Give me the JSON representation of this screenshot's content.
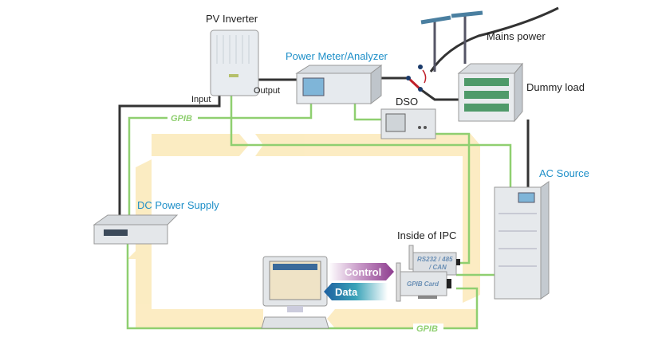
{
  "labels": {
    "pv_inverter": "PV Inverter",
    "power_meter": "Power Meter/Analyzer",
    "mains_power": "Mains power",
    "dummy_load": "Dummy load",
    "dso": "DSO",
    "input": "Input",
    "output": "Output",
    "ac_source": "AC Source",
    "dc_power_supply": "DC Power Supply",
    "inside_ipc": "Inside of IPC",
    "gpib_top": "GPIB",
    "gpib_bottom": "GPIB",
    "rs232_card_line1": "RS232 / 485",
    "rs232_card_line2": "/ CAN",
    "gpib_card": "GPIB Card",
    "control": "Control",
    "data": "Data"
  },
  "colors": {
    "accent_label": "#1e8fc8",
    "gpib_line": "#8fcf70",
    "power_line": "#333333",
    "flow_band": "#fbe9b8",
    "control_arrow": "#8e3d8f",
    "data_arrow": "#1d5fa0"
  }
}
